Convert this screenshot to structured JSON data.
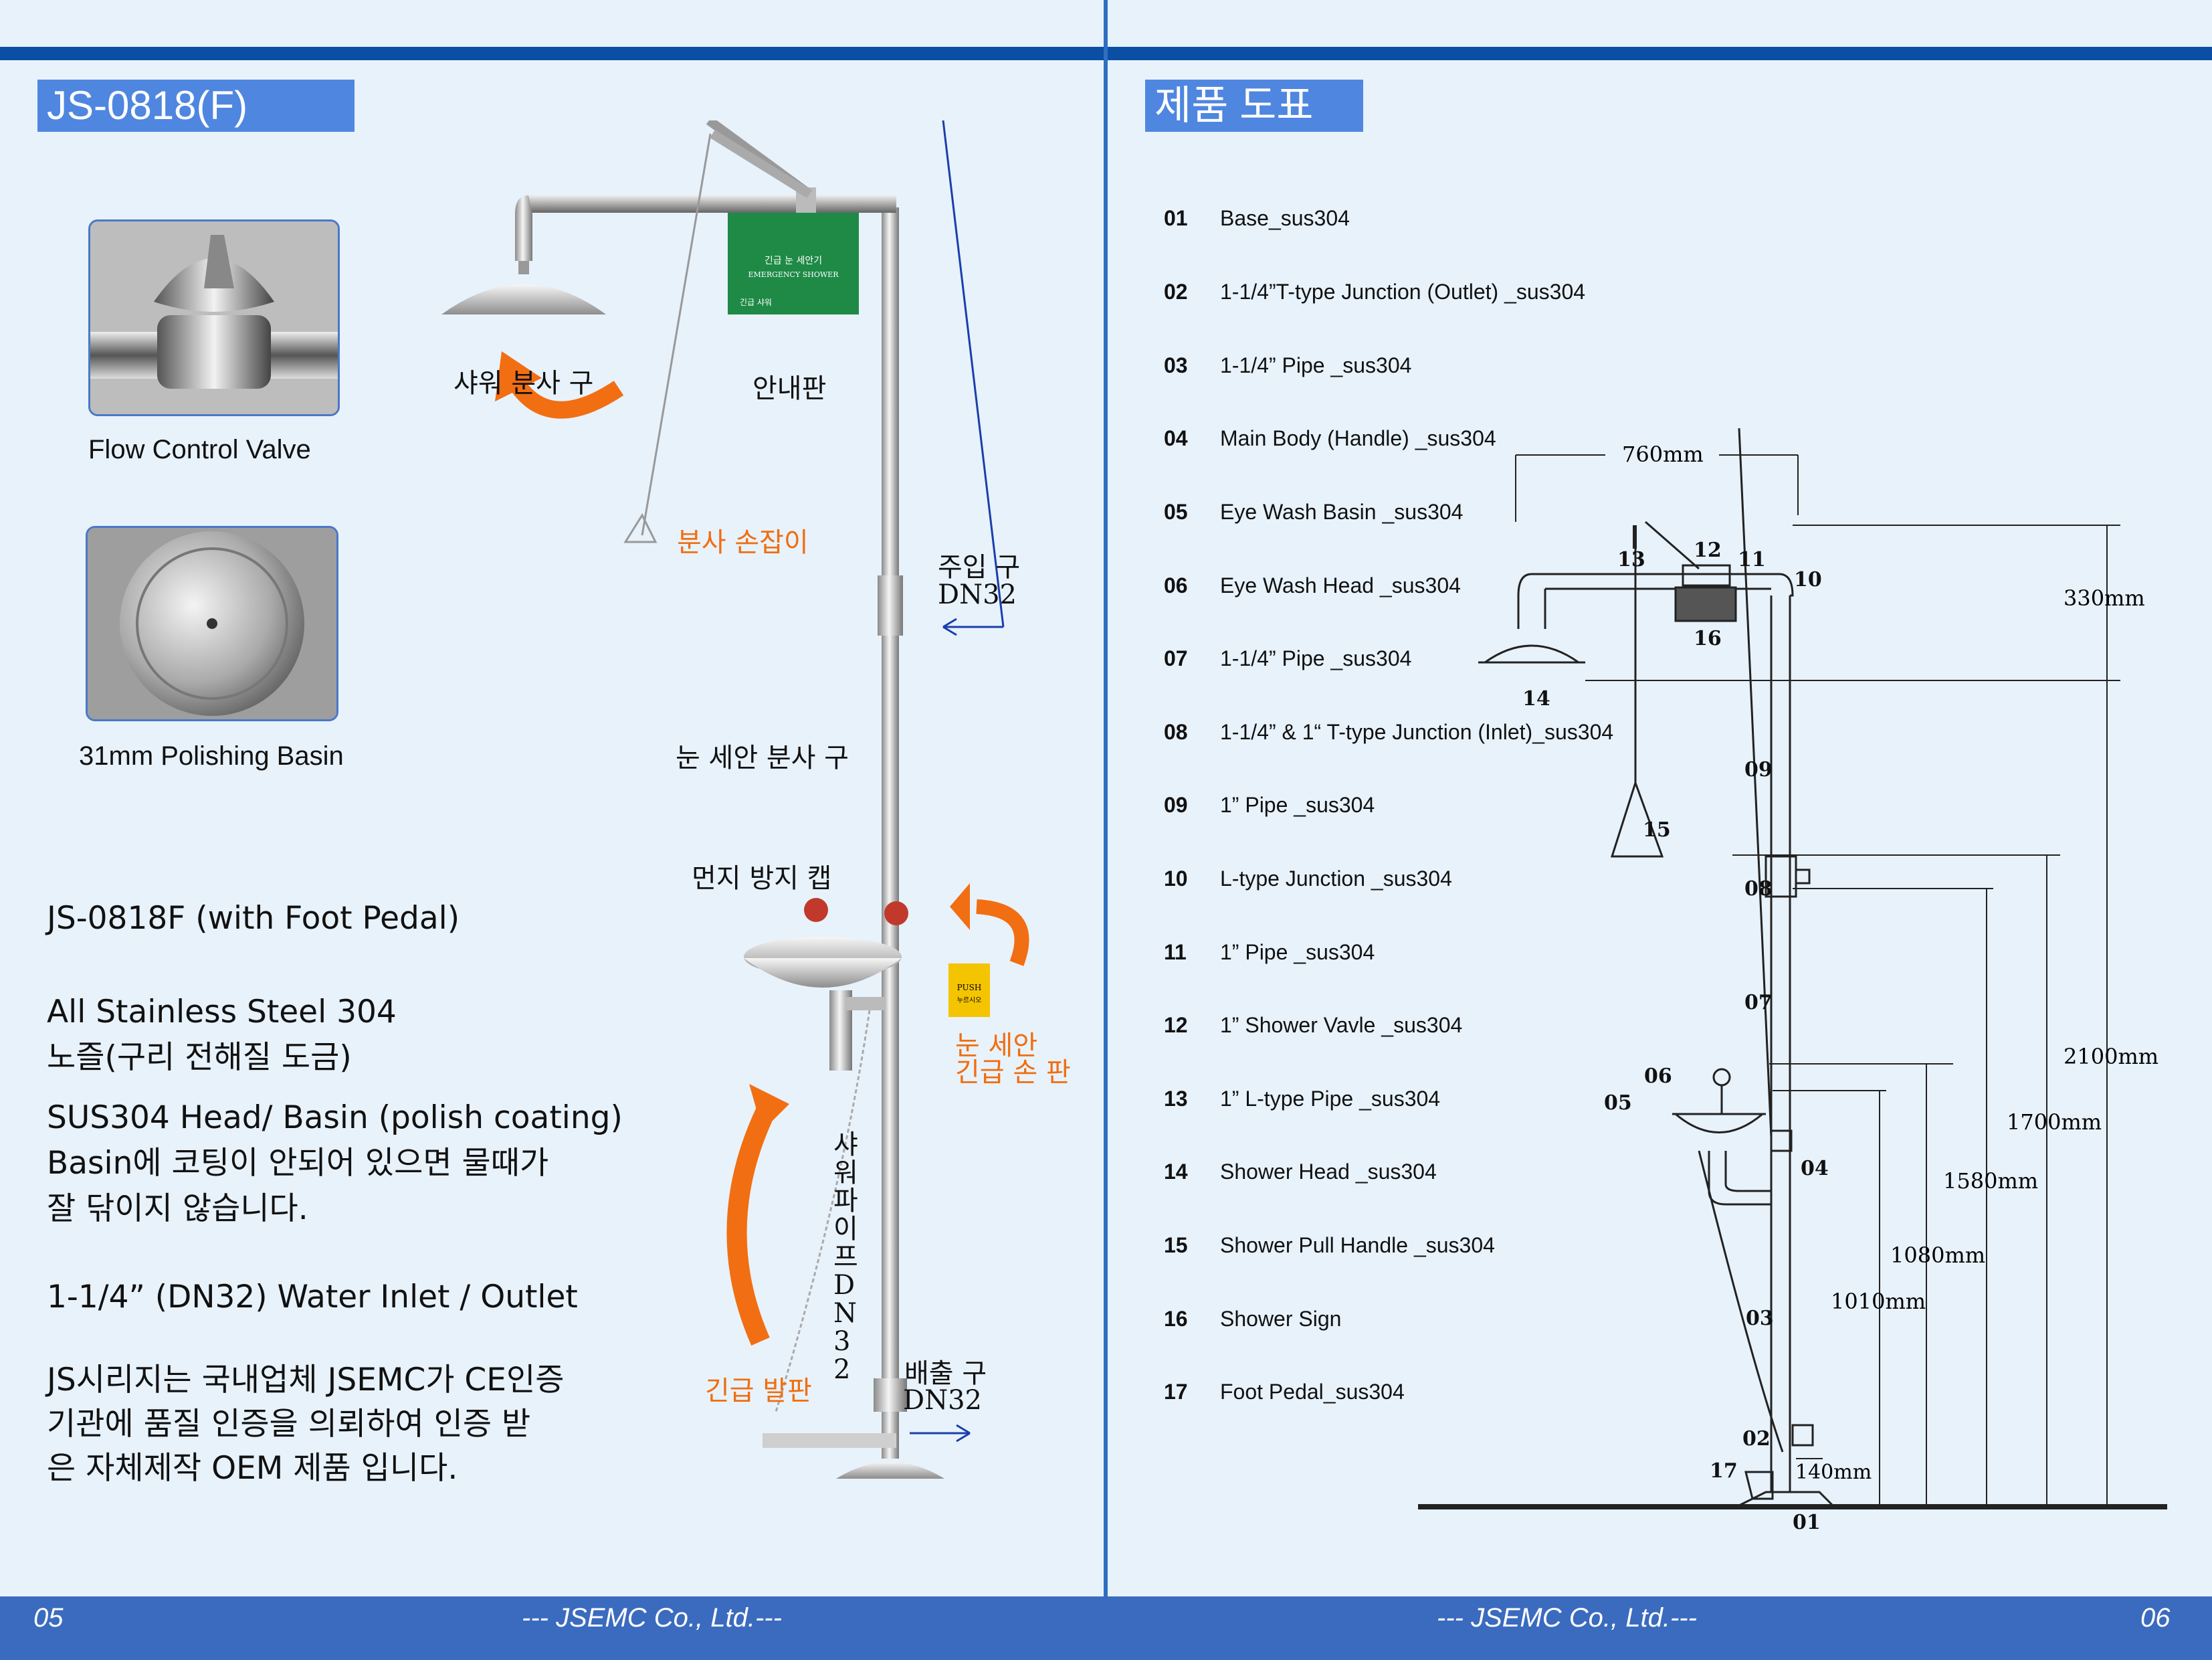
{
  "left_page": {
    "title": "JS-0818(F)",
    "thumbnails": [
      {
        "caption": "Flow Control Valve"
      },
      {
        "caption": "31mm Polishing Basin"
      }
    ],
    "labels": {
      "shower_head": "샤워 분사 구",
      "sign": "안내판",
      "pull_handle": "분사 손잡이",
      "inlet": "주입 구",
      "inlet_size": "DN32",
      "eyewash_head": "눈 세안 분사 구",
      "dust_cap": "먼지 방지 캡",
      "eyewash_handle_1": "눈 세안",
      "eyewash_handle_2": "긴급 손 판",
      "shower_pipe": "샤워 파이프 DN32",
      "foot_pedal": "긴급 발판",
      "outlet": "배출 구",
      "outlet_size": "DN32"
    },
    "description": [
      "JS-0818F (with Foot Pedal)",
      "All Stainless Steel 304",
      "노즐(구리 전해질 도금)",
      "SUS304 Head/ Basin (polish coating)",
      "Basin에 코팅이 안되어 있으면 물때가",
      "잘 닦이지 않습니다.",
      "1-1/4” (DN32) Water Inlet / Outlet",
      "JS시리지는 국내업체 JSEMC가 CE인증",
      "기관에 품질 인증을 의뢰하여 인증 받",
      "은 자체제작 OEM 제품 입니다."
    ],
    "sign_text": [
      "긴급 눈 세안기",
      "EMERGENCY SHOWER",
      "긴급 샤워"
    ],
    "push_sign": [
      "PUSH",
      "누르시오"
    ]
  },
  "right_page": {
    "title": "제품 도표",
    "parts": [
      {
        "num": "01",
        "name": "Base_sus304"
      },
      {
        "num": "02",
        "name": "1-1/4”T-type Junction (Outlet) _sus304"
      },
      {
        "num": "03",
        "name": "1-1/4” Pipe _sus304"
      },
      {
        "num": "04",
        "name": "Main Body (Handle) _sus304"
      },
      {
        "num": "05",
        "name": "Eye Wash Basin _sus304"
      },
      {
        "num": "06",
        "name": "Eye Wash Head _sus304"
      },
      {
        "num": "07",
        "name": "1-1/4” Pipe _sus304"
      },
      {
        "num": "08",
        "name": "1-1/4” & 1“ T-type Junction (Inlet)_sus304"
      },
      {
        "num": "09",
        "name": "1” Pipe _sus304"
      },
      {
        "num": "10",
        "name": "L-type Junction _sus304"
      },
      {
        "num": "11",
        "name": "1” Pipe _sus304"
      },
      {
        "num": "12",
        "name": "1” Shower Vavle _sus304"
      },
      {
        "num": "13",
        "name": "1” L-type Pipe _sus304"
      },
      {
        "num": "14",
        "name": "Shower Head _sus304"
      },
      {
        "num": "15",
        "name": "Shower Pull Handle _sus304"
      },
      {
        "num": "16",
        "name": "Shower Sign"
      },
      {
        "num": "17",
        "name": "Foot Pedal_sus304"
      }
    ],
    "diagram": {
      "dimensions": {
        "width": "760mm",
        "d330": "330mm",
        "d2100": "2100mm",
        "d1700": "1700mm",
        "d1580": "1580mm",
        "d1080": "1080mm",
        "d1010": "1010mm",
        "d140": "140mm"
      },
      "callouts": [
        "01",
        "02",
        "03",
        "04",
        "05",
        "06",
        "07",
        "08",
        "09",
        "10",
        "11",
        "12",
        "13",
        "14",
        "15",
        "16",
        "17"
      ]
    }
  },
  "footer": {
    "left_page_num": "05",
    "left_company": "--- JSEMC Co., Ltd.---",
    "right_company": "--- JSEMC Co., Ltd.---",
    "right_page_num": "06"
  }
}
